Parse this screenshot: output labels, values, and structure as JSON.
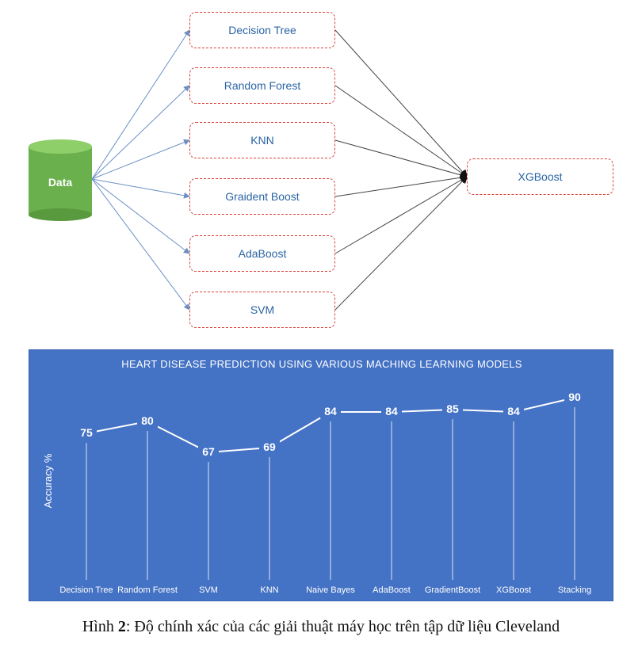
{
  "diagram": {
    "source": "Data",
    "models": [
      "Decision Tree",
      "Random Forest",
      "KNN",
      "Graident Boost",
      "AdaBoost",
      "SVM"
    ],
    "target": "XGBoost",
    "colors": {
      "box_border": "#d9413a",
      "box_text": "#2a64a4",
      "cylinder": "#6ab04c",
      "arrow_in": "#6b8fc4",
      "arrow_out": "#444444"
    }
  },
  "chart_data": {
    "type": "line",
    "title": "HEART DISEASE PREDICTION USING VARIOUS MACHING LEARNING MODELS",
    "ylabel": "Accuracy %",
    "xlabel": "",
    "categories": [
      "Decision Tree",
      "Random Forest",
      "SVM",
      "KNN",
      "Naive Bayes",
      "AdaBoost",
      "GradientBoost",
      "XGBoost",
      "Stacking"
    ],
    "values": [
      75,
      80,
      67,
      69,
      84,
      84,
      85,
      84,
      90
    ],
    "data_labels": [
      "75",
      "80",
      "67",
      "69",
      "84",
      "84",
      "85",
      "84",
      "90"
    ],
    "background": "#4472c4",
    "line_color": "#ffffff",
    "drop_lines": true
  },
  "caption": {
    "prefix": "Hình ",
    "number": "2",
    "text": ": Độ chính xác của các giải thuật máy học trên tập dữ liệu Cleveland"
  }
}
